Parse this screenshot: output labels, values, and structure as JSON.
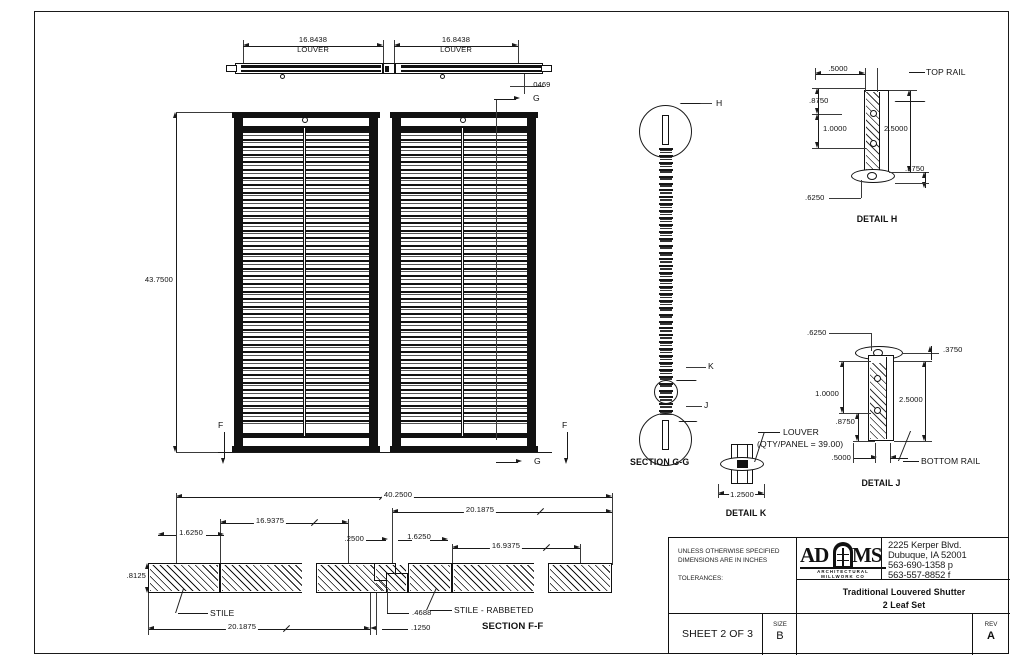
{
  "sheet": {
    "domain_note": "mechanical drawing sheet",
    "plan_view": {
      "left_dim": "16.8438",
      "left_dim_label": "LOUVER",
      "right_dim": "16.8438",
      "right_dim_label": "LOUVER",
      "thickness_dim": ".0469",
      "section_mark": "G"
    },
    "elevation": {
      "height_dim": "43.7500",
      "section_mark_left": "F",
      "section_mark_right": "F",
      "section_mark_g_top": "G",
      "section_mark_g_bottom": "G"
    },
    "section_gg": {
      "title": "SECTION G-G",
      "callout_h": "H",
      "callout_k": "K",
      "callout_j": "J"
    },
    "detail_h": {
      "title": "DETAIL H",
      "label_top_rail": "TOP RAIL",
      "dim_a": ".5000",
      "dim_b": ".8750",
      "dim_c": "1.0000",
      "dim_d": "2.5000",
      "dim_e": ".3750",
      "dim_f": ".6250"
    },
    "detail_j": {
      "title": "DETAIL J",
      "label_bottom_rail": "BOTTOM RAIL",
      "dim_a": ".6250",
      "dim_b": ".3750",
      "dim_c": "1.0000",
      "dim_d": "2.5000",
      "dim_e": ".8750",
      "dim_f": ".5000"
    },
    "detail_k": {
      "title": "DETAIL K",
      "label_louver": "LOUVER",
      "label_qty": "(QTY/PANEL = 39.00)",
      "dim_width": "1.2500"
    },
    "section_ff": {
      "title": "SECTION F-F",
      "dim_overall": "40.2500",
      "dim_left_stile": "1.6250",
      "dim_left_panel": "16.9375",
      "dim_thickness": ".8125",
      "dim_center_gap": ".2500",
      "dim_right_overall": "20.1875",
      "dim_right_stile": "1.6250",
      "dim_right_panel": "16.9375",
      "dim_bottom_left": "20.1875",
      "dim_rabbet": ".4688",
      "dim_lap": ".1250",
      "label_stile": "STILE",
      "label_stile_rabbeted": "STILE - RABBETED"
    },
    "title_block": {
      "notes_line1": "UNLESS OTHERWISE SPECIFIED",
      "notes_line2": "DIMENSIONS ARE IN INCHES",
      "notes_line3": "TOLERANCES:",
      "company_name": "ADAMS",
      "company_sub1": "ARCHITECTURAL",
      "company_sub2": "MILLWORK CO",
      "address_line1": "2225 Kerper Blvd.",
      "address_line2": "Dubuque, IA 52001",
      "address_line3": "563-690-1358 p",
      "address_line4": "563-557-8852 f",
      "drawing_title_line1": "Traditional Louvered Shutter",
      "drawing_title_line2": "2 Leaf Set",
      "sheet": "SHEET 2 OF 3",
      "size_label": "SIZE",
      "size_value": "B",
      "rev_label": "REV",
      "rev_value": "A"
    }
  }
}
